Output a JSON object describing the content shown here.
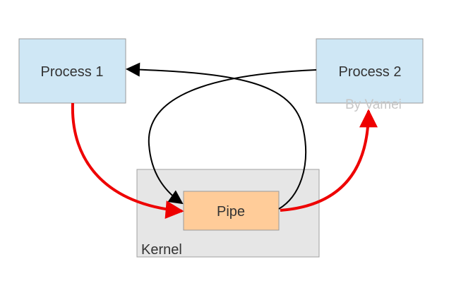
{
  "nodes": {
    "process1": {
      "label": "Process 1"
    },
    "process2": {
      "label": "Process 2"
    },
    "pipe": {
      "label": "Pipe"
    },
    "kernel": {
      "label": "Kernel"
    }
  },
  "watermark": "By Vamei",
  "colors": {
    "process_fill": "#cfe7f5",
    "process_stroke": "#9a9a9a",
    "kernel_fill": "#e6e6e6",
    "kernel_stroke": "#a0a0a0",
    "pipe_fill": "#ffcc99",
    "pipe_stroke": "#9a9a9a",
    "data_arrow": "#ee0000",
    "control_arrow": "#000000"
  }
}
